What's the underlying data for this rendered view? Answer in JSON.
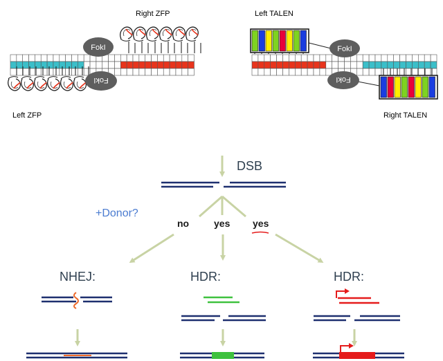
{
  "zfp_panel": {
    "right_label": "Right ZFP",
    "left_label": "Left ZFP",
    "fokl_top": "FokI",
    "fokl_bottom": "FokI"
  },
  "talen_panel": {
    "left_label": "Left TALEN",
    "right_label": "Right TALEN",
    "fokl_top": "FokI",
    "fokl_bottom": "FokI",
    "left_repeat_colors": [
      "#7ed321",
      "#1a3de0",
      "#ffee00",
      "#7ed321",
      "#e8003a",
      "#ffee00",
      "#7ed321",
      "#1a3de0"
    ],
    "right_repeat_colors": [
      "#1a3de0",
      "#e8003a",
      "#ffee00",
      "#7ed321",
      "#e8003a",
      "#ffee00",
      "#7ed321",
      "#1a3de0"
    ]
  },
  "flow": {
    "dsb_label": "DSB",
    "donor_question": "+Donor?",
    "branch_no": "no",
    "branch_yes_1": "yes",
    "branch_yes_2": "yes",
    "nhej_label": "NHEJ:",
    "hdr_label_1": "HDR:",
    "hdr_label_2": "HDR:"
  },
  "colors": {
    "dna_blue": "#1d2f6f",
    "teal": "#3bbfc9",
    "red_block": "#e8341c",
    "arrow_green": "#c8d3a4",
    "donor_green": "#3ec13e",
    "donor_red": "#e51b1b",
    "nhej_orange": "#ee6a2a",
    "donor_text_blue": "#4a7bd0"
  }
}
